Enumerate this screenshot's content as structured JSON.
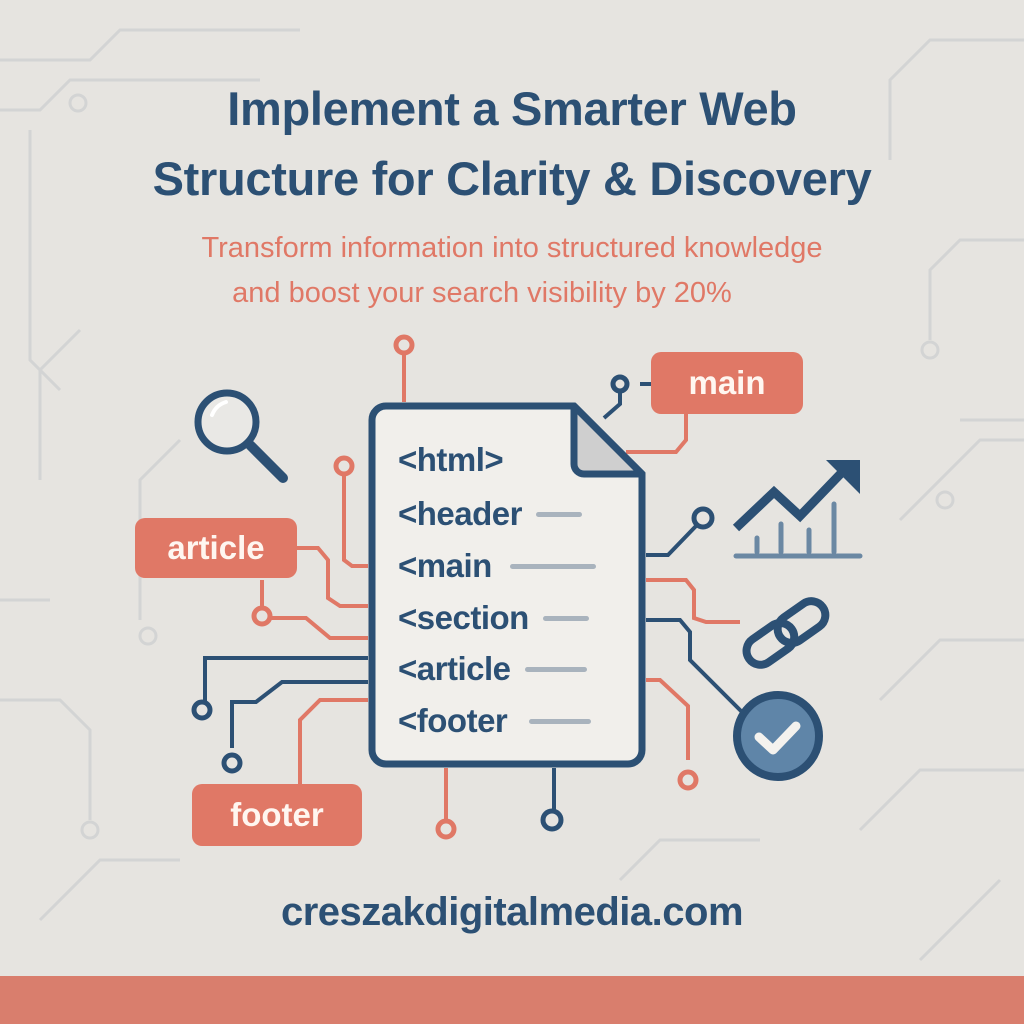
{
  "header": {
    "title_line1": "Implement a Smarter Web",
    "title_line2": "Structure for Clarity & Discovery",
    "subtitle_line1": "Transform information into structured knowledge",
    "subtitle_line2": "and boost your search visibility by 20%"
  },
  "document": {
    "lines": [
      {
        "text": "<html>",
        "dash_width": 0
      },
      {
        "text": "<header",
        "dash_width": 46
      },
      {
        "text": "<main",
        "dash_width": 86
      },
      {
        "text": "<section",
        "dash_width": 46
      },
      {
        "text": "<article",
        "dash_width": 62
      },
      {
        "text": "<footer",
        "dash_width": 62
      }
    ]
  },
  "tags": {
    "main": "main",
    "article": "article",
    "footer": "footer"
  },
  "icons": {
    "search": "search-icon",
    "chart": "trending-chart-icon",
    "link": "link-icon",
    "check": "check-circle-icon"
  },
  "footer": {
    "url": "creszakdigitalmedia.com"
  },
  "colors": {
    "background": "#e6e4e0",
    "navy": "#2c5074",
    "coral": "#e07866",
    "bar": "#d97e6d",
    "paper": "#f1efeb"
  }
}
